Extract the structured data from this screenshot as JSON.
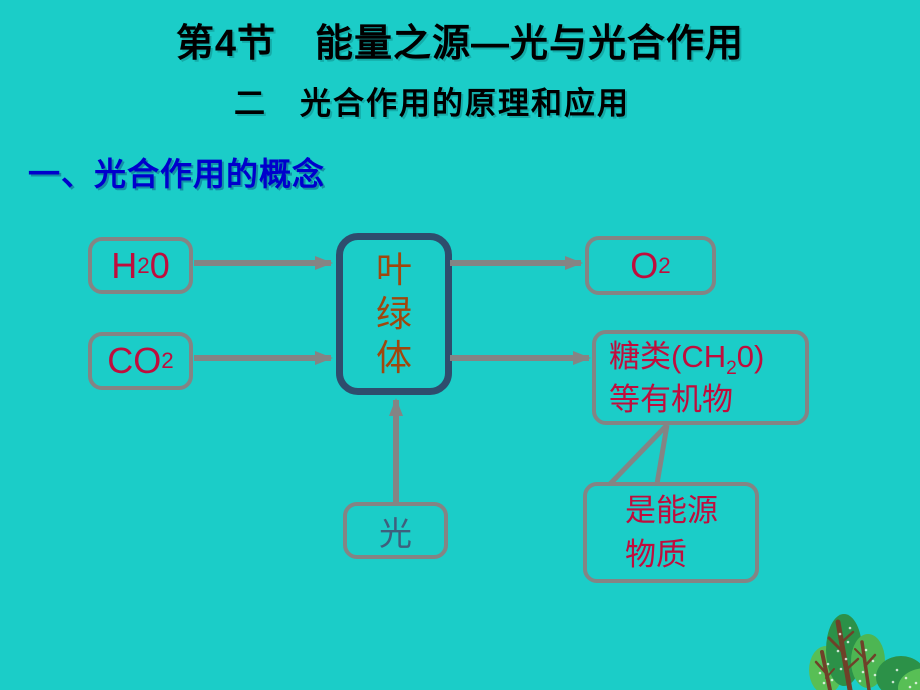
{
  "slide": {
    "title": "第4节　能量之源—光与光合作用",
    "subtitle": "二　光合作用的原理和应用",
    "section_heading": "一、光合作用的概念",
    "background_color": "#1bcdc8"
  },
  "diagram": {
    "nodes": {
      "h2o": {
        "base": "H",
        "subscript": "2",
        "suffix": "0"
      },
      "co2": {
        "base": "CO",
        "subscript": "2"
      },
      "chloroplast": {
        "chars": [
          "叶",
          "绿",
          "体"
        ]
      },
      "o2": {
        "base": "O",
        "subscript": "2"
      },
      "sugar": {
        "line1_pre": "糖类(CH",
        "line1_sub": "2",
        "line1_post": "0)",
        "line2": "等有机物"
      },
      "light": {
        "label": "光"
      },
      "energy_note": {
        "line1": "是能源",
        "line2": "物质"
      }
    },
    "colors": {
      "formula_text": "#c00d3d",
      "chloroplast_text": "#a0470d",
      "chloroplast_border": "#2e4d6d",
      "light_text": "#3f5f7d",
      "box_border": "#848484",
      "connector": "#848484",
      "heading_text": "#0000cc",
      "title_text": "#000000"
    },
    "icons": {
      "trees": "tree-cluster-decoration"
    }
  }
}
